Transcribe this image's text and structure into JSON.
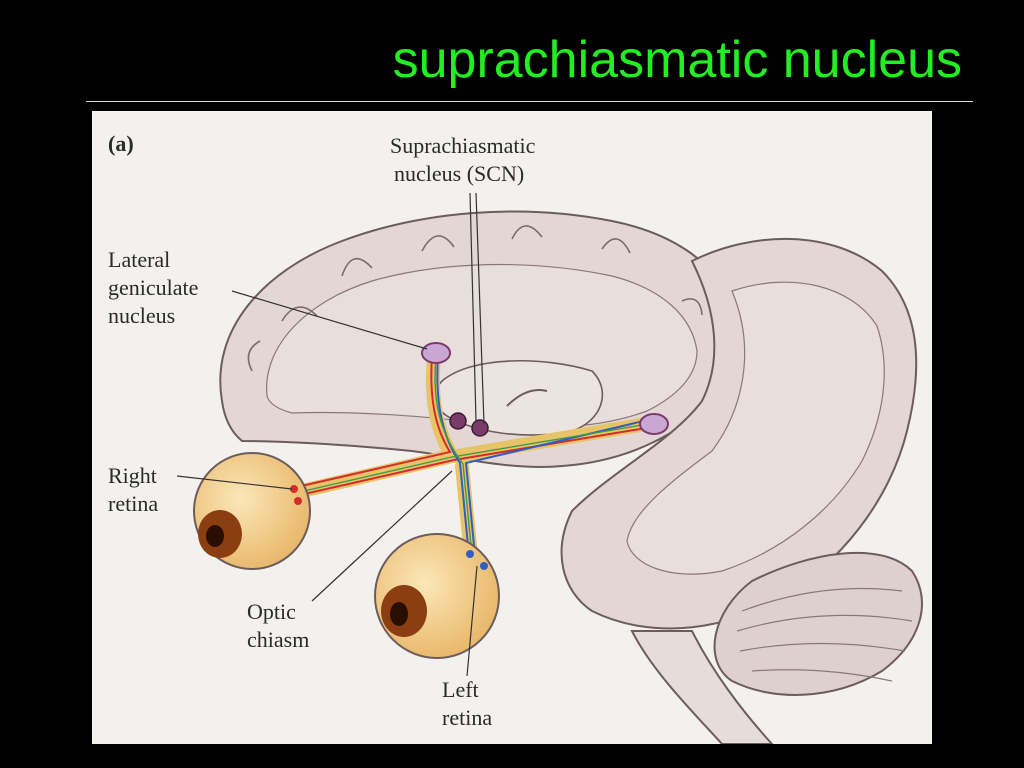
{
  "slide": {
    "title": "suprachiasmatic nucleus",
    "title_color": "#22ee22"
  },
  "figure": {
    "panel_label": "(a)",
    "labels": {
      "scn_line1": "Suprachiasmatic",
      "scn_line2": "nucleus (SCN)",
      "lgn_line1": "Lateral",
      "lgn_line2": "geniculate",
      "lgn_line3": "nucleus",
      "right_retina_line1": "Right",
      "right_retina_line2": "retina",
      "optic_chiasm_line1": "Optic",
      "optic_chiasm_line2": "chiasm",
      "left_retina_line1": "Left",
      "left_retina_line2": "retina"
    },
    "colors": {
      "background": "#f3f1ee",
      "brain_fill": "#e2d7d4",
      "brain_cortex": "#d3c3c1",
      "brain_outline": "#6d5c5c",
      "eyeball": "#f0c98a",
      "iris": "#8a3e12",
      "pupil": "#2b0e02",
      "optic_tract": "#e8c468",
      "fiber_red": "#d62b2b",
      "fiber_blue": "#2f5fc4",
      "fiber_green": "#3d9a4b",
      "nucleus_purple": "#7a3a6a"
    }
  }
}
